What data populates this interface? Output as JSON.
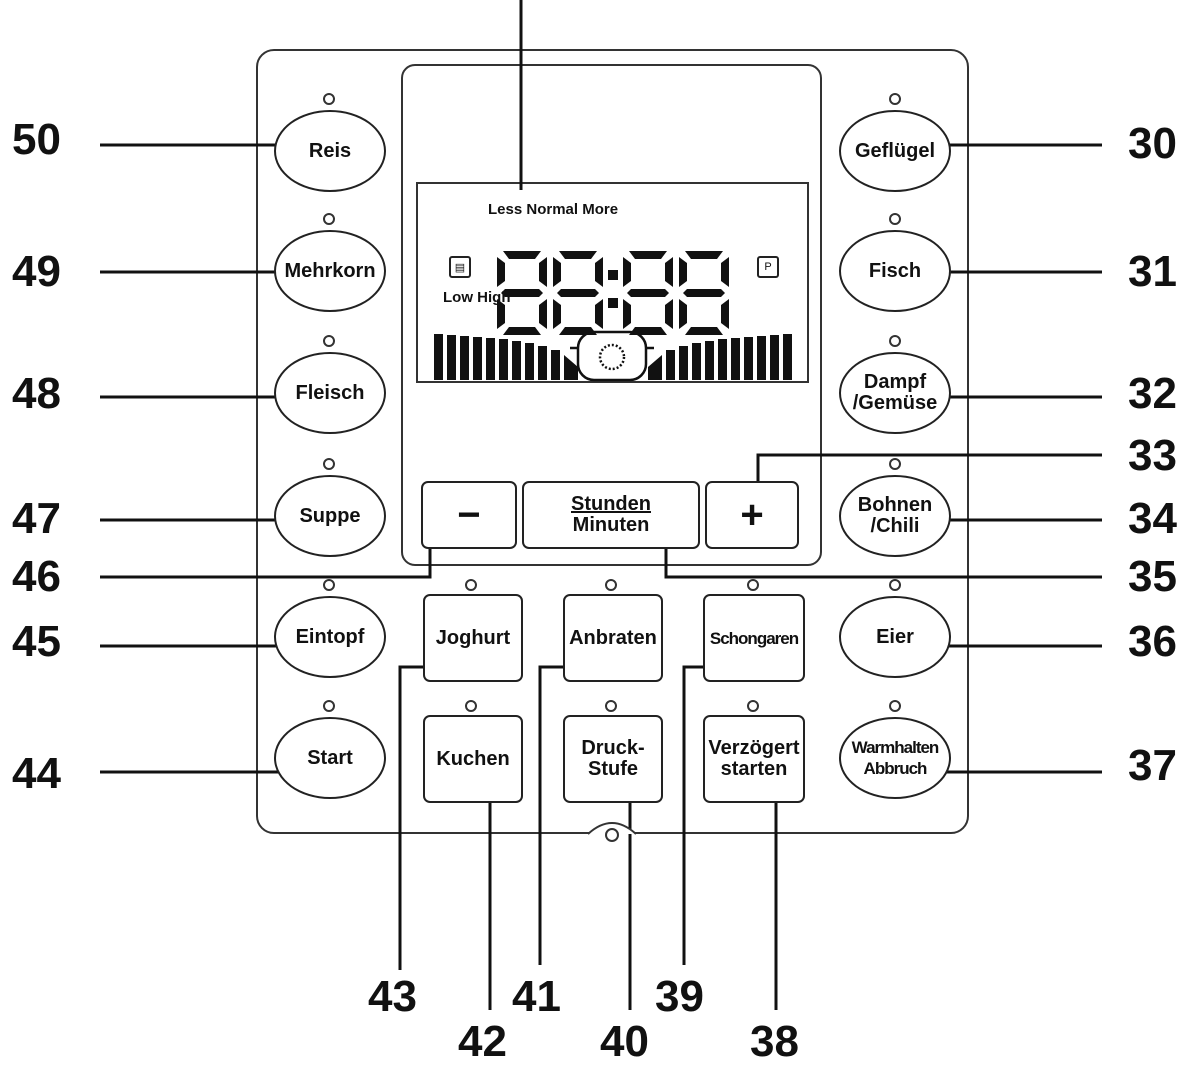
{
  "display": {
    "rice_levels": "Less Normal More",
    "pressure_levels": "Low High",
    "time_readout": "88:88",
    "pressure_icon": "P"
  },
  "buttons": {
    "reis": "Reis",
    "mehrkorn": "Mehrkorn",
    "fleisch": "Fleisch",
    "suppe": "Suppe",
    "eintopf": "Eintopf",
    "start": "Start",
    "gefluegel": "Geflügel",
    "fisch": "Fisch",
    "dampf": "Dampf\n/Gemüse",
    "bohnen": "Bohnen\n/Chili",
    "eier": "Eier",
    "warmhalten": "Warmhalten\nAbbruch",
    "minus": "−",
    "plus": "+",
    "stunden": "Stunden",
    "minuten": "Minuten",
    "joghurt": "Joghurt",
    "anbraten": "Anbraten",
    "schongaren": "Schongaren",
    "kuchen": "Kuchen",
    "druckstufe": "Druck-\nStufe",
    "verzoegert": "Verzögert\nstarten"
  },
  "callouts": {
    "c30": "30",
    "c31": "31",
    "c32": "32",
    "c33": "33",
    "c34": "34",
    "c35": "35",
    "c36": "36",
    "c37": "37",
    "c38": "38",
    "c39": "39",
    "c40": "40",
    "c41": "41",
    "c42": "42",
    "c43": "43",
    "c44": "44",
    "c45": "45",
    "c46": "46",
    "c47": "47",
    "c48": "48",
    "c49": "49",
    "c50": "50"
  }
}
